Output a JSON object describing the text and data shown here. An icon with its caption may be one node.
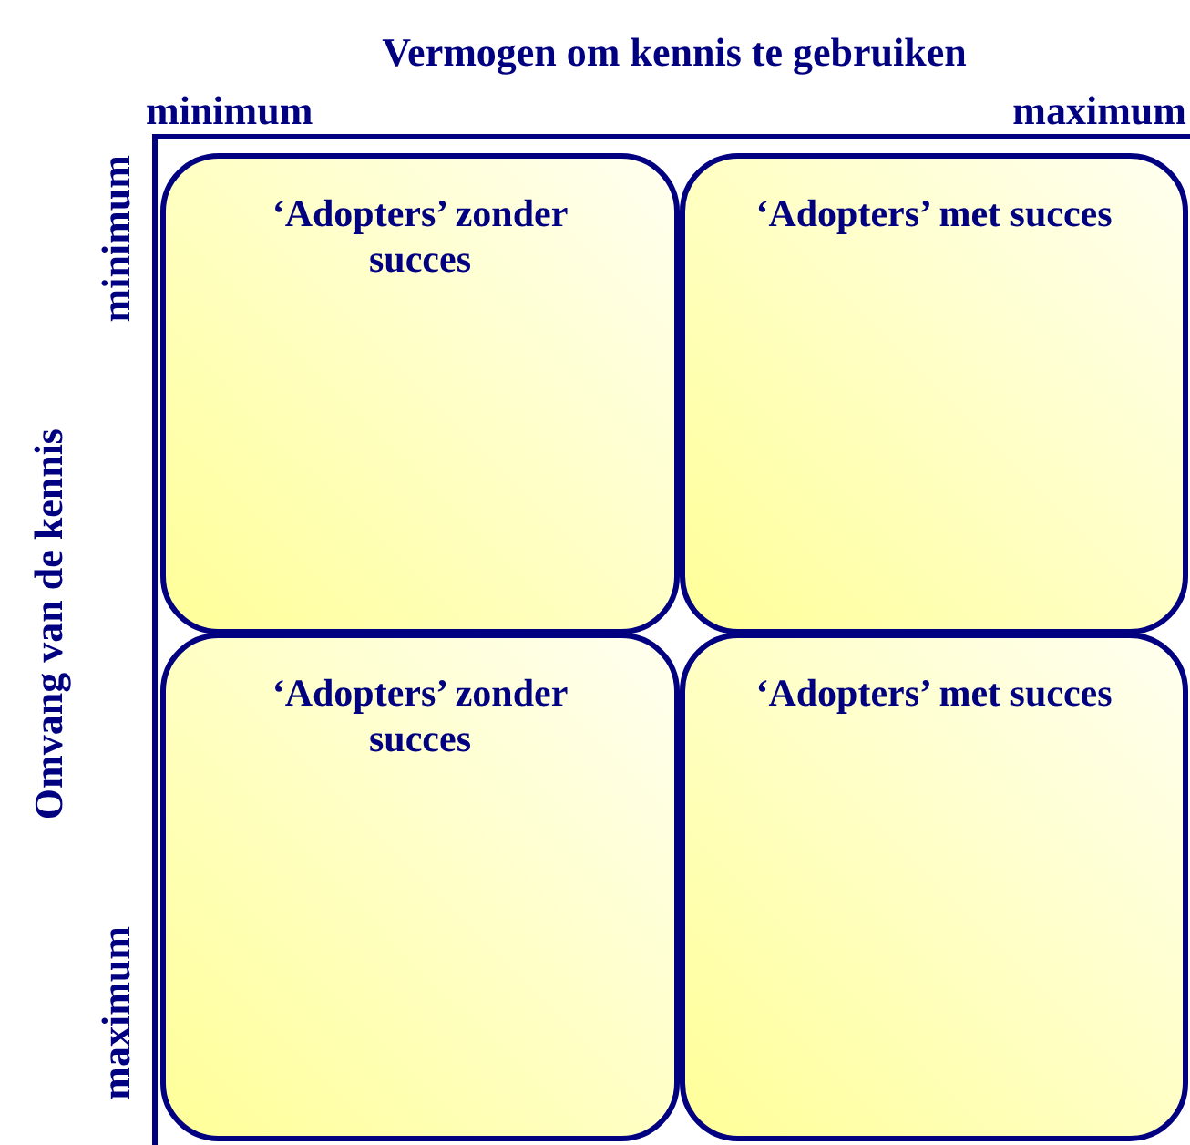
{
  "diagram": {
    "nodes": [
      {
        "text": [
          "‘Adopters’ zonder succes"
        ]
      },
      {
        "text": [
          "‘Adopters’ met succes"
        ]
      },
      {
        "text": [
          "‘Adopters’ zonder succes"
        ]
      },
      {
        "text": [
          "‘Adopters’ met succes"
        ]
      }
    ],
    "labels": [
      "Vermogen om kennis te gebruiken",
      "minimum",
      "maximum",
      "Omvang van de kennis",
      "minimum",
      "maximum"
    ]
  }
}
